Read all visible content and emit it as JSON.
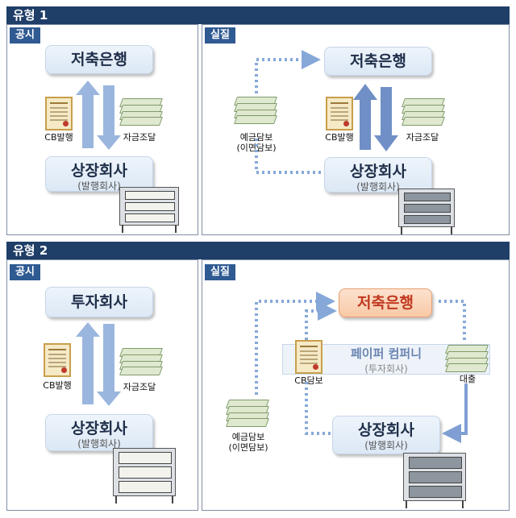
{
  "type1": {
    "header": "유형 1",
    "official": {
      "tag": "공시",
      "bank": "저축은행",
      "company": "상장회사",
      "company_sub": "(발행회사)",
      "cb_label": "CB발행",
      "fund_label": "자금조달"
    },
    "actual": {
      "tag": "실질",
      "bank": "저축은행",
      "company": "상장회사",
      "company_sub": "(발행회사)",
      "cb_label": "CB발행",
      "fund_label": "자금조달",
      "deposit_label": "예금담보",
      "deposit_sub": "(이면담보)"
    }
  },
  "type2": {
    "header": "유형 2",
    "official": {
      "tag": "공시",
      "investor": "투자회사",
      "company": "상장회사",
      "company_sub": "(발행회사)",
      "cb_label": "CB발행",
      "fund_label": "자금조달"
    },
    "actual": {
      "tag": "실질",
      "bank": "저축은행",
      "paper": "페이퍼 컴퍼니",
      "paper_sub": "(투자회사)",
      "company": "상장회사",
      "company_sub": "(발행회사)",
      "cb_label": "CB담보",
      "loan_label": "대출",
      "deposit_label": "예금담보",
      "deposit_sub": "(이면담보)"
    }
  },
  "colors": {
    "header_bg": "#1f3e68",
    "tag_bg": "#2f5a92",
    "arrow": "#8fadd9",
    "dotted": "#86a8d8",
    "highlight_box": "#f8c9a6"
  }
}
